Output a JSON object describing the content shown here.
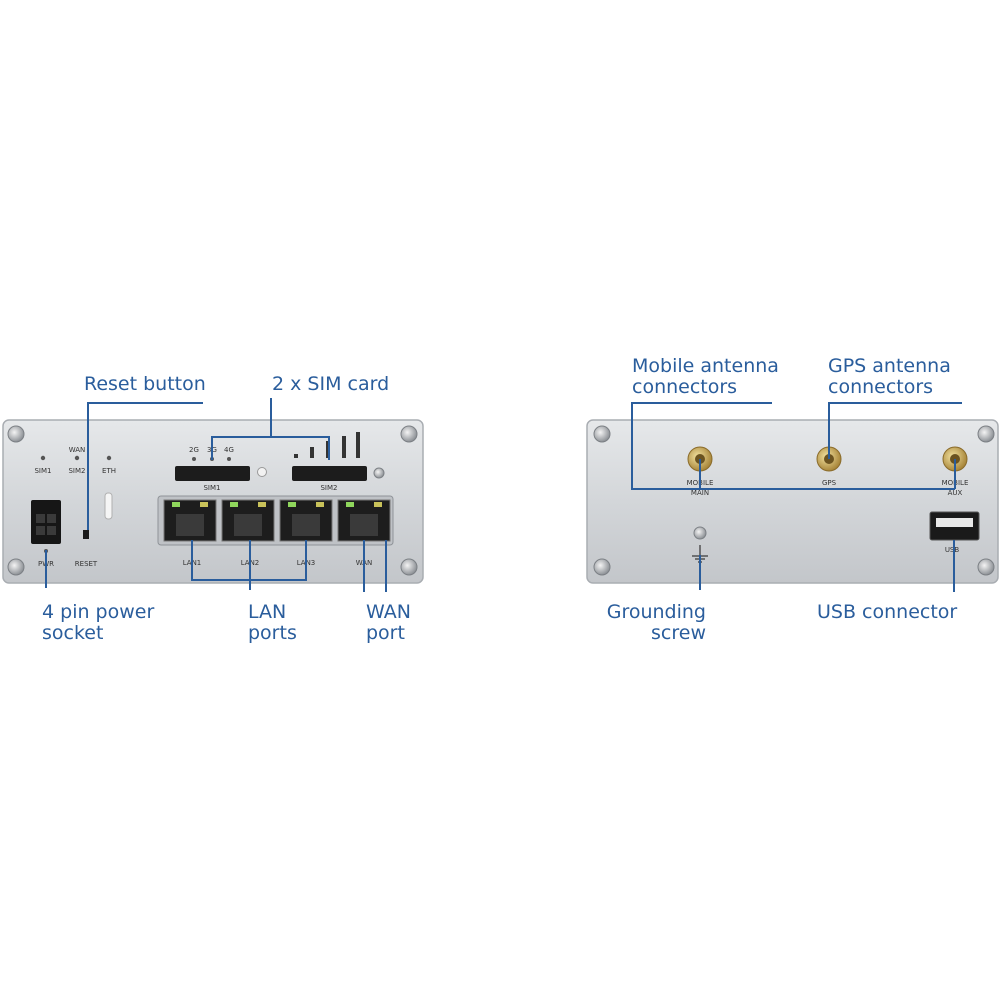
{
  "colors": {
    "accent": "#2a5d9c",
    "panel": "#d7d9dc",
    "panel_edge": "#aeb2b6",
    "background": "#ffffff"
  },
  "front_panel": {
    "led_labels": {
      "sim1": "SIM1",
      "wan": "WAN",
      "sim2": "SIM2",
      "eth": "ETH",
      "g2": "2G",
      "g3": "3G",
      "g4": "4G"
    },
    "slot_labels": {
      "sim1": "SIM1",
      "sim2": "SIM2"
    },
    "port_labels": {
      "pwr": "PWR",
      "reset": "RESET",
      "lan1": "LAN1",
      "lan2": "LAN2",
      "lan3": "LAN3",
      "wan": "WAN"
    }
  },
  "back_panel": {
    "connector_labels": {
      "mobile_main": [
        "MOBILE",
        "MAIN"
      ],
      "gps": "GPS",
      "mobile_aux": [
        "MOBILE",
        "AUX"
      ],
      "usb": "USB"
    }
  },
  "callouts": {
    "reset_button": "Reset button",
    "sim_card": "2 x SIM card",
    "power_socket": [
      "4 pin power",
      "socket"
    ],
    "lan_ports": [
      "LAN",
      "ports"
    ],
    "wan_port": [
      "WAN",
      "port"
    ],
    "mobile_antenna": [
      "Mobile antenna",
      "connectors"
    ],
    "gps_antenna": [
      "GPS antenna",
      "connectors"
    ],
    "grounding_screw": [
      "Grounding",
      "screw"
    ],
    "usb_connector": "USB  connector"
  }
}
